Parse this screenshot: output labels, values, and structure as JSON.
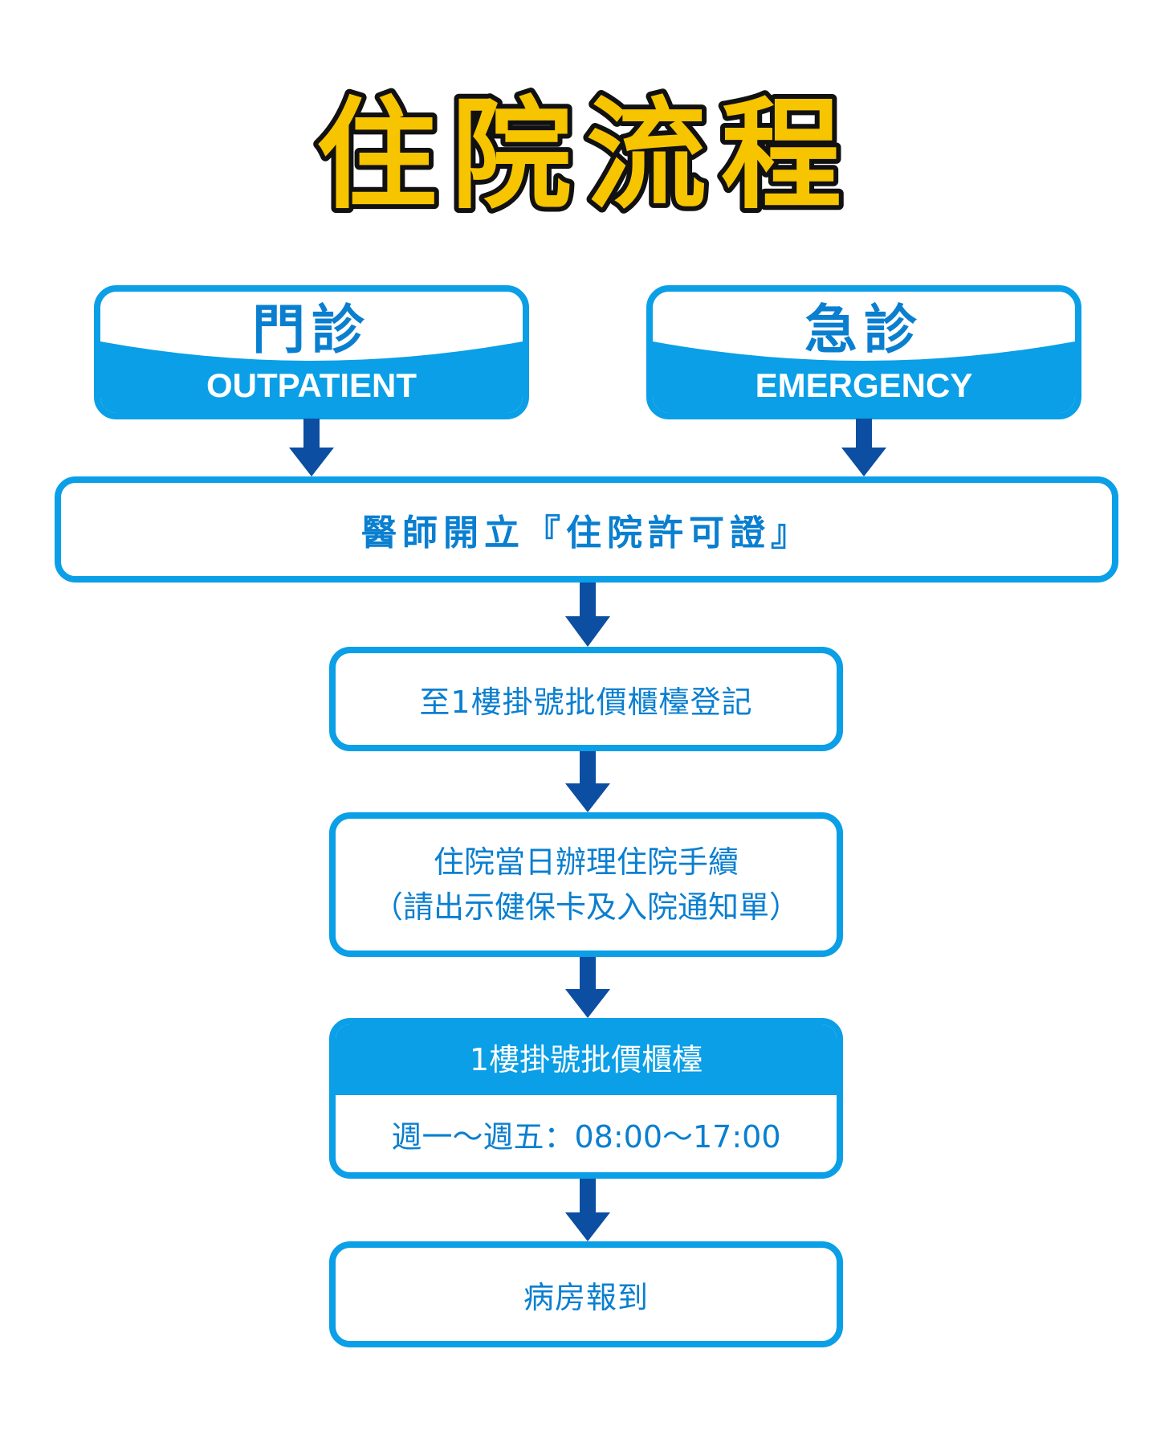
{
  "title": "住院流程",
  "colors": {
    "primary_blue": "#0a9fe6",
    "text_blue": "#0a7fd0",
    "arrow_blue": "#0b4ea2",
    "title_yellow": "#f7c400",
    "title_outline": "#111111"
  },
  "entry_points": [
    {
      "zh": "門診",
      "en": "OUTPATIENT"
    },
    {
      "zh": "急診",
      "en": "EMERGENCY"
    }
  ],
  "steps": {
    "doctor_permit": "醫師開立『住院許可證』",
    "register": "至1樓掛號批價櫃檯登記",
    "admission_day_lines": [
      "住院當日辦理住院手續",
      "（請出示健保卡及入院通知單）"
    ],
    "counter": {
      "name": "1樓掛號批價櫃檯",
      "hours": "週一～週五：08:00～17:00"
    },
    "ward_report": "病房報到"
  }
}
